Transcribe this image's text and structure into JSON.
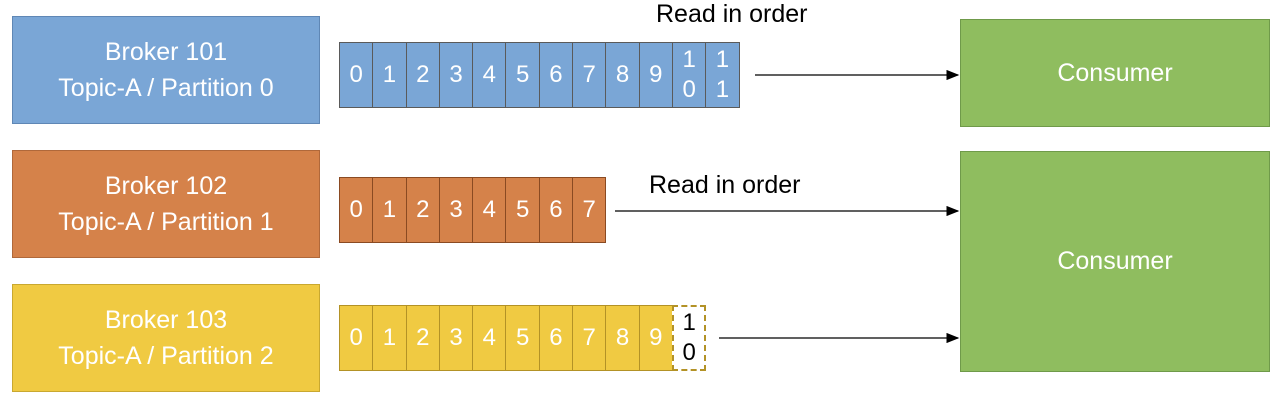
{
  "colors": {
    "blue": "#7aa6d6",
    "orange": "#d5824a",
    "yellow": "#f0ca42",
    "green": "#8fbd5f"
  },
  "brokers": [
    {
      "name": "Broker 101",
      "partition": "Topic-A / Partition 0"
    },
    {
      "name": "Broker 102",
      "partition": "Topic-A / Partition 1"
    },
    {
      "name": "Broker 103",
      "partition": "Topic-A / Partition 2"
    }
  ],
  "partitions": [
    {
      "offsets": [
        "0",
        "1",
        "2",
        "3",
        "4",
        "5",
        "6",
        "7",
        "8",
        "9",
        [
          "1",
          "0"
        ],
        [
          "1",
          "1"
        ]
      ]
    },
    {
      "offsets": [
        "0",
        "1",
        "2",
        "3",
        "4",
        "5",
        "6",
        "7"
      ]
    },
    {
      "offsets": [
        "0",
        "1",
        "2",
        "3",
        "4",
        "5",
        "6",
        "7",
        "8",
        "9",
        [
          "1",
          "0"
        ]
      ],
      "pending_last": true
    }
  ],
  "labels": {
    "read_order_1": "Read in order",
    "read_order_2": "Read in order"
  },
  "consumers": [
    {
      "label": "Consumer"
    },
    {
      "label": "Consumer"
    }
  ]
}
